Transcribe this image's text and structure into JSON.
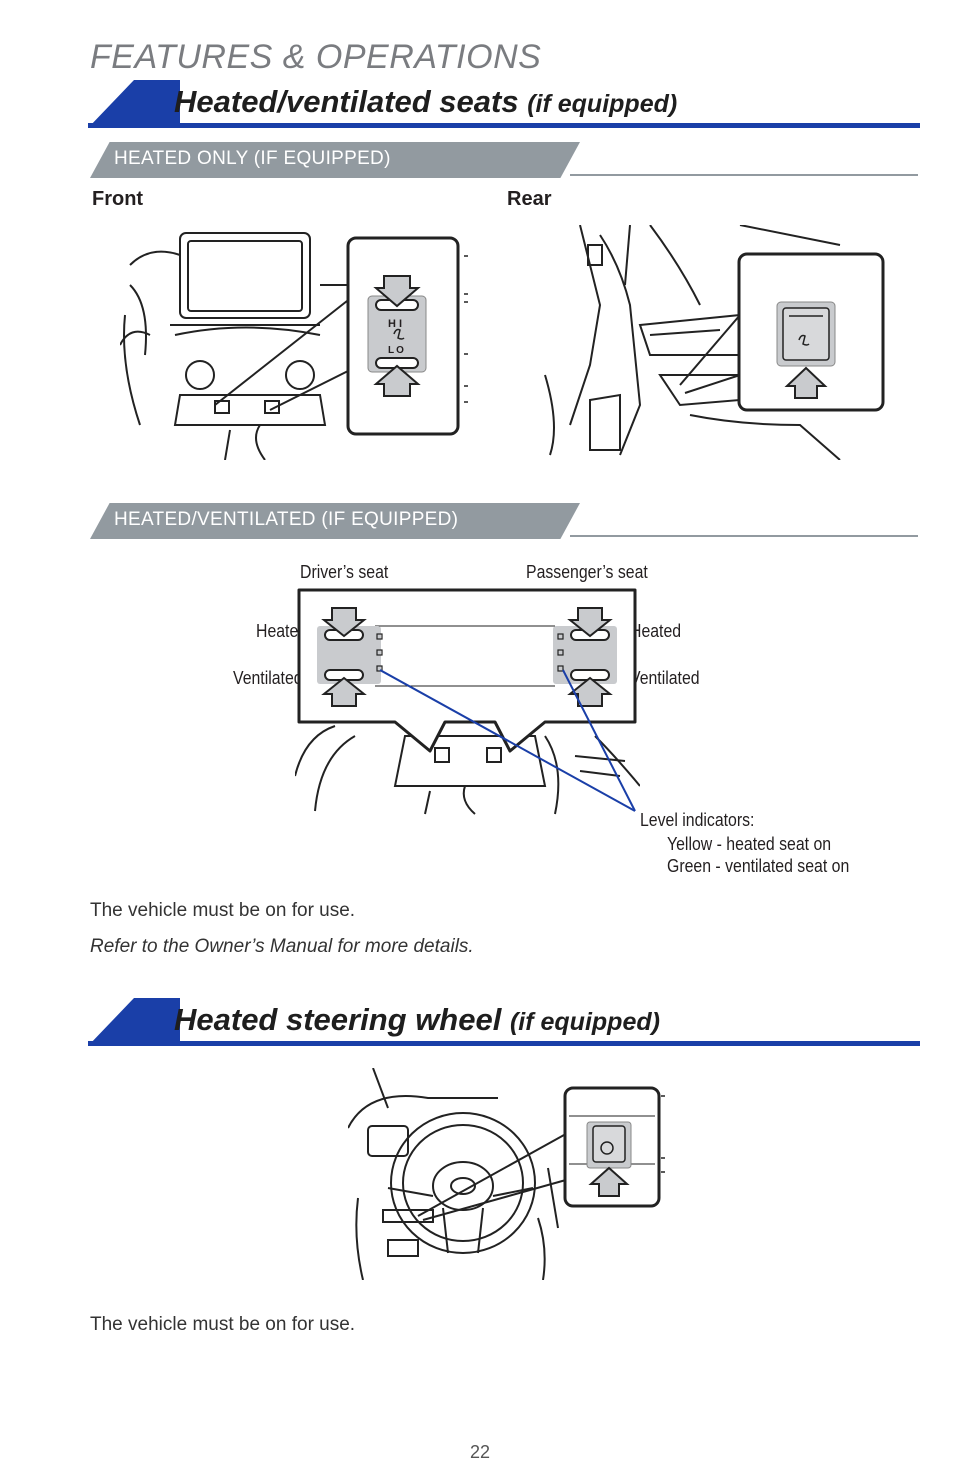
{
  "header": {
    "title": "FEATURES & OPERATIONS"
  },
  "seats_section": {
    "title": "Heated/ventilated seats",
    "title_suffix": "(if equipped)",
    "heated_only": {
      "banner": "HEATED ONLY (IF EQUIPPED)",
      "front_label": "Front",
      "rear_label": "Rear",
      "switch_hi": "HI",
      "switch_lo": "LO"
    },
    "heated_ventilated": {
      "banner": "HEATED/VENTILATED (IF EQUIPPED)",
      "drivers_seat": "Driver’s seat",
      "passengers_seat": "Passenger’s seat",
      "heated_left": "Heated",
      "ventilated_left": "Ventilated",
      "heated_right": "Heated",
      "ventilated_right": "Ventilated",
      "level_indicators": "Level indicators:",
      "yellow_note": "Yellow - heated seat on",
      "green_note": "Green - ventilated seat on"
    },
    "note": "The vehicle must be on for use.",
    "refer": "Refer to the Owner’s Manual for more details."
  },
  "wheel_section": {
    "title": "Heated steering wheel",
    "title_suffix": "(if equipped)",
    "note": "The vehicle must be on for use."
  },
  "page_number": "22",
  "colors": {
    "accent_blue": "#1a3fa8",
    "banner_gray": "#929aa0",
    "button_gray": "#c9cbce"
  }
}
